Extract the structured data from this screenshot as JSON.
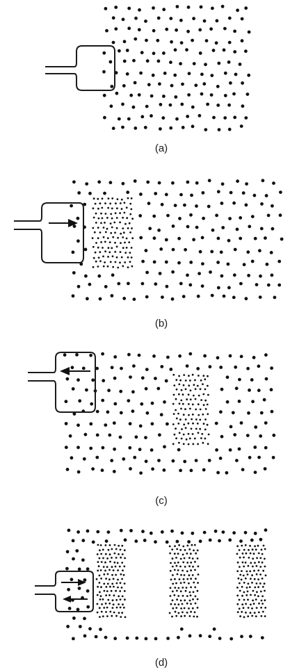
{
  "figure": {
    "panels": [
      {
        "id": "a",
        "label": "(a)",
        "arrows": []
      },
      {
        "id": "b",
        "label": "(b)",
        "arrows": [
          "right"
        ]
      },
      {
        "id": "c",
        "label": "(c)",
        "arrows": [
          "left"
        ]
      },
      {
        "id": "d",
        "label": "(d)",
        "arrows": [
          "right",
          "left"
        ]
      }
    ]
  },
  "colors": {
    "ink": "#111111",
    "background": "#ffffff"
  },
  "icons": {
    "speaker": "piston-speaker-icon",
    "arrow_right": "arrow-right-icon",
    "arrow_left": "arrow-left-icon"
  }
}
